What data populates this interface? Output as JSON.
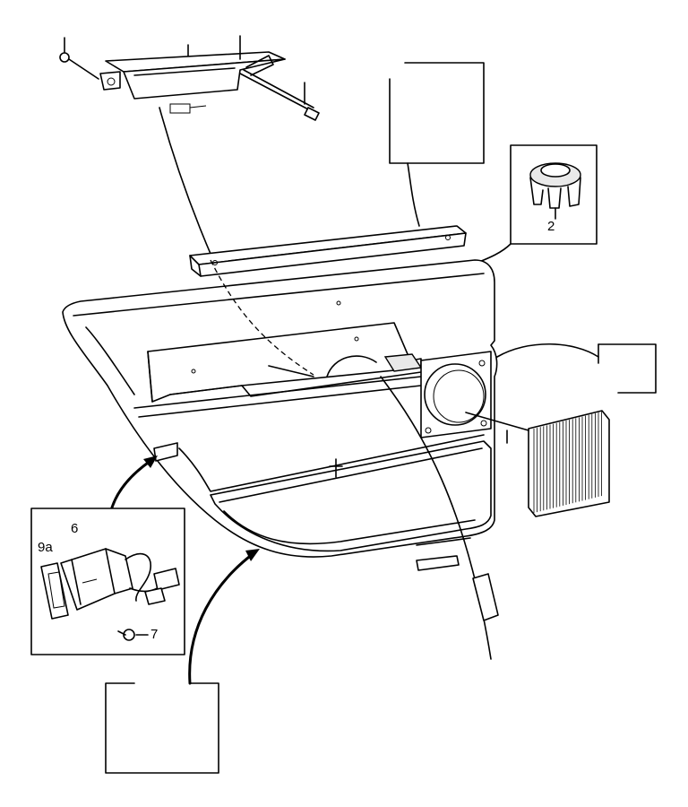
{
  "callouts": {
    "part_2": "2",
    "part_6": "6",
    "part_7": "7",
    "part_9a": "9a"
  }
}
